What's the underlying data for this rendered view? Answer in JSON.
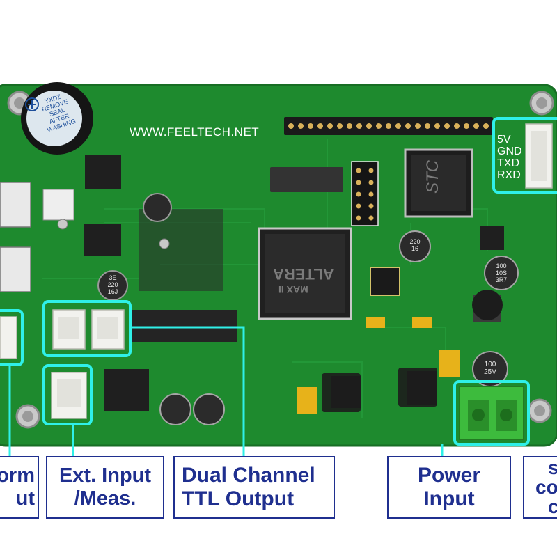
{
  "board": {
    "website": "WWW.FEELTECH.NET",
    "buzzer_sticker": [
      "YXDZ",
      "REMOVE",
      "SEAL",
      "AFTER",
      "WASHING"
    ],
    "mcu_marking": "STC",
    "fpga_marking": "ALTERA",
    "fpga_series": "MAX II",
    "uart_pins": [
      "5V",
      "GND",
      "TXD",
      "RXD"
    ],
    "capacitor_labels": [
      {
        "top": "3E",
        "mid": "220",
        "bot": "16J"
      },
      {
        "top": "100",
        "mid": "10S",
        "bot": "3R7"
      },
      {
        "top": "100",
        "mid": "25V",
        "bot": ""
      },
      {
        "top": "220",
        "mid": "16",
        "bot": ""
      }
    ],
    "highlight_color": "#2ff0e8",
    "board_color": "#1e8a2e"
  },
  "labels": [
    {
      "id": "waveform-output",
      "lines": [
        "orm",
        "ut"
      ]
    },
    {
      "id": "ext-input",
      "lines": [
        "Ext. Input",
        "/Meas."
      ]
    },
    {
      "id": "dual-ttl",
      "lines": [
        "Dual Channel",
        "TTL Output"
      ]
    },
    {
      "id": "power-input",
      "lines": [
        "Power",
        "Input"
      ]
    },
    {
      "id": "serial-comm",
      "lines": [
        "s",
        "co",
        "c"
      ]
    }
  ],
  "colors": {
    "label_text": "#1f2f8f",
    "label_border": "#1f2f8f",
    "pcb": "#1e8a2e",
    "connector": "#f2f2ee",
    "terminal": "#3dbb3d"
  }
}
